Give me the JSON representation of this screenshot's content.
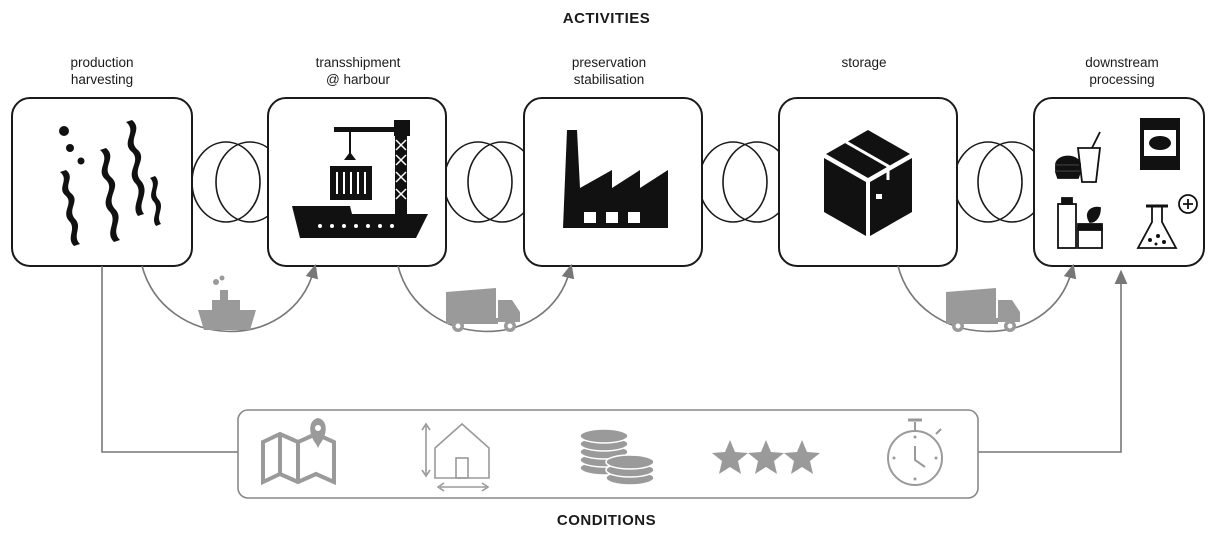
{
  "title_top": "ACTIVITIES",
  "title_bottom": "CONDITIONS",
  "activities": [
    {
      "line1": "production",
      "line2": "harvesting",
      "icon": "seaweed-icon"
    },
    {
      "line1": "transshipment",
      "line2": "@ harbour",
      "icon": "crane-ship-icon"
    },
    {
      "line1": "preservation",
      "line2": "stabilisation",
      "icon": "factory-icon"
    },
    {
      "line1": "storage",
      "line2": "",
      "icon": "box-icon"
    },
    {
      "line1": "downstream",
      "line2": "processing",
      "icon": "products-icon"
    }
  ],
  "transports": [
    "boat-icon",
    "truck-icon",
    "truck-icon"
  ],
  "conditions": [
    "map-pin-icon",
    "house-dimensions-icon",
    "coins-icon",
    "three-stars-icon",
    "stopwatch-icon"
  ],
  "colors": {
    "dark": "#1a1a1a",
    "grey": "#9a9a9a",
    "line": "#777777"
  }
}
